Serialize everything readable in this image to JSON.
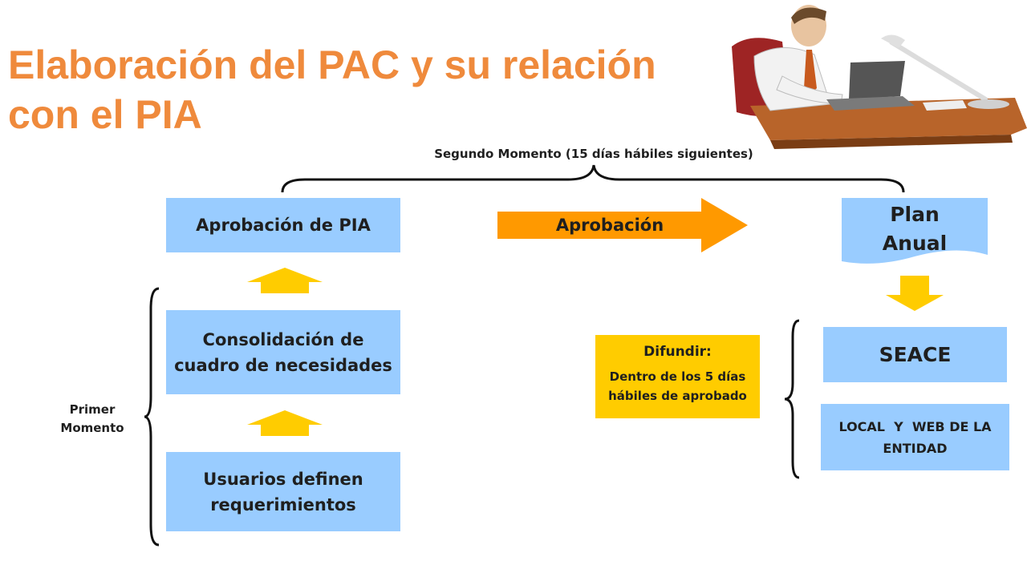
{
  "title": "Elaboración del PAC y su relación con el PIA",
  "segundo_momento": "Segundo Momento (15 días hábiles siguientes)",
  "primer_momento_line1": "Primer",
  "primer_momento_line2": "Momento",
  "boxes": {
    "aprobacion_pia": "Aprobación de PIA",
    "consolidacion": "Consolidación de cuadro de necesidades",
    "usuarios": "Usuarios definen requerimientos",
    "plan_anual_line1": "Plan",
    "plan_anual_line2": "Anual",
    "seace": "SEACE",
    "local_web": "LOCAL  Y  WEB DE LA ENTIDAD"
  },
  "aprobacion_arrow": "Aprobación",
  "difundir": {
    "heading": "Difundir:",
    "body": "Dentro de los 5 días hábiles de aprobado"
  },
  "colors": {
    "title": "#ef8a3c",
    "box": "#99ccff",
    "arrow_orange": "#ff9900",
    "arrow_yellow": "#ffcc00",
    "difundir": "#ffcc00"
  }
}
